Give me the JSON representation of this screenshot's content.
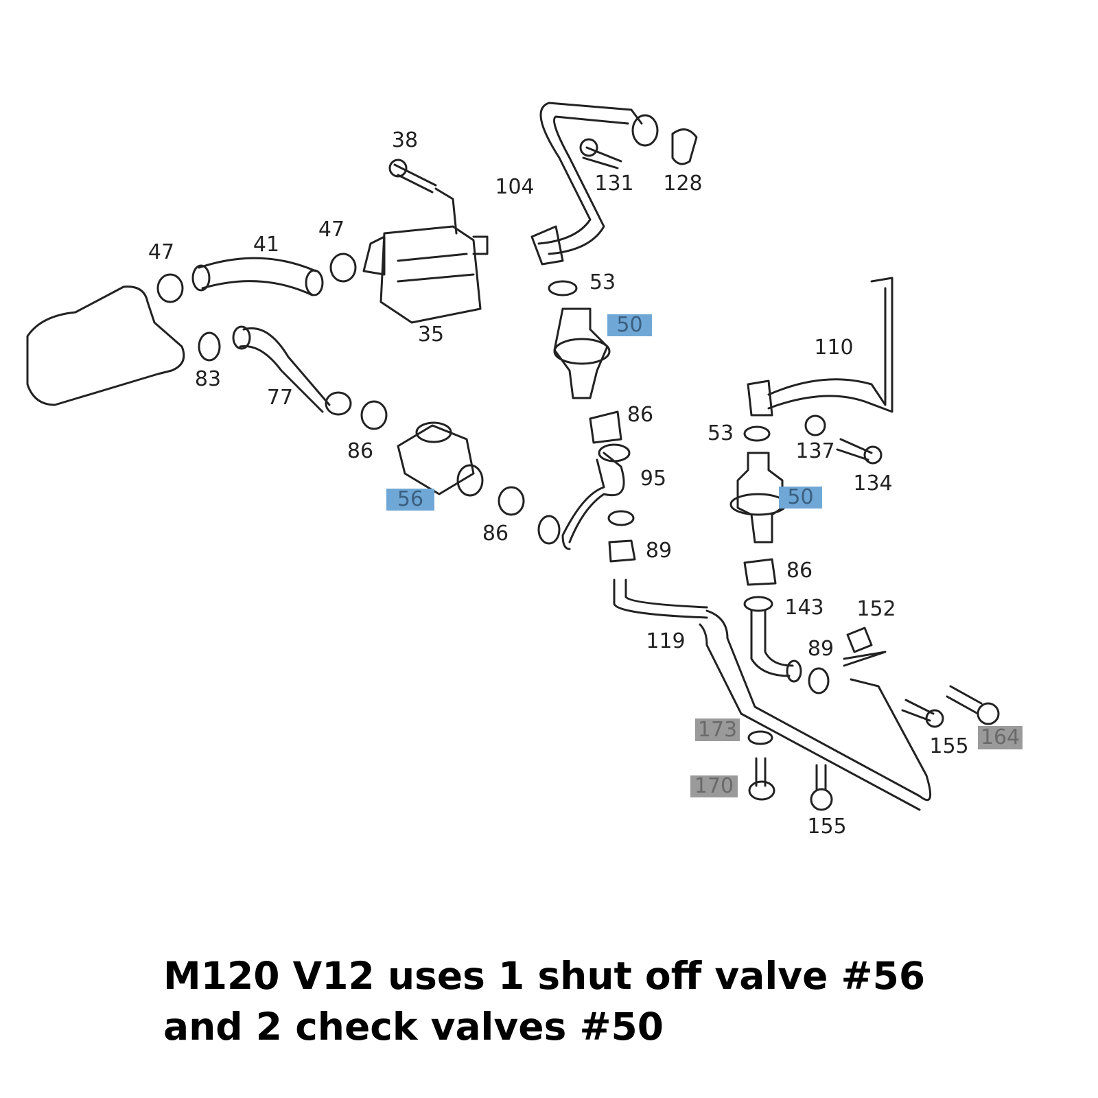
{
  "diagram": {
    "labels": [
      "38",
      "104",
      "131",
      "128",
      "47",
      "41",
      "47",
      "35",
      "53",
      "83",
      "77",
      "110",
      "86",
      "53",
      "137",
      "86",
      "134",
      "95",
      "86",
      "89",
      "86",
      "143",
      "152",
      "119",
      "89",
      "155",
      "155"
    ],
    "highlighted_blue": [
      "50",
      "56",
      "50"
    ],
    "highlighted_gray": [
      "173",
      "164",
      "170"
    ],
    "colors": {
      "blue_highlight": "#6fa8d6",
      "gray_highlight": "#9a9a9a",
      "line": "#222222"
    }
  },
  "caption": {
    "line1": "M120 V12 uses 1 shut off valve #56",
    "line2": "and 2 check valves #50"
  }
}
